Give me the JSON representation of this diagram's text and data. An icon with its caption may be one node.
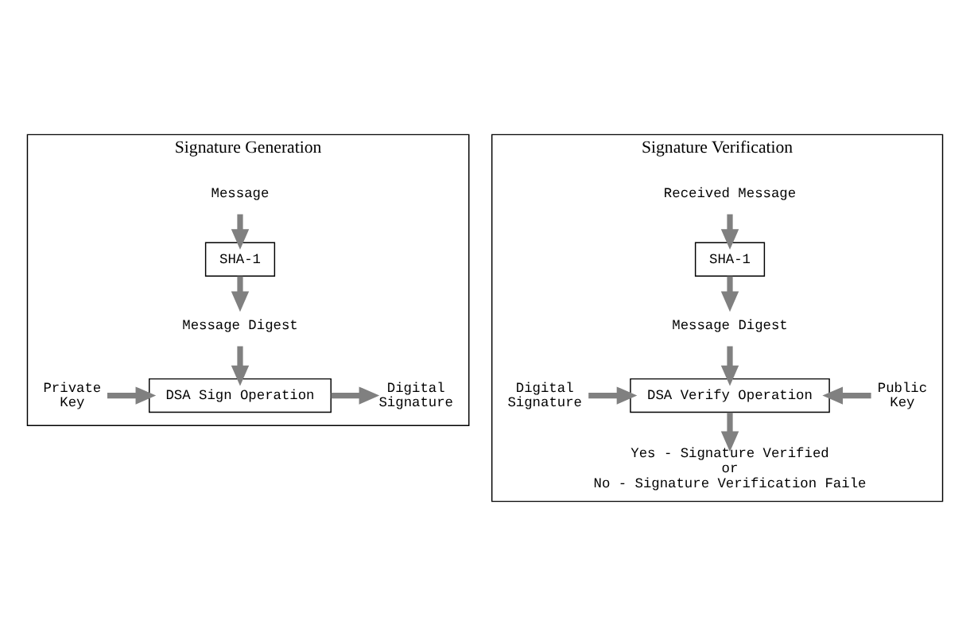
{
  "diagram": {
    "nodes": [
      {
        "text": [
          "Signature Generation"
        ]
      },
      {
        "text": [
          "Message"
        ],
        "in": 0
      },
      {
        "text": [
          "SHA-1"
        ],
        "in": 0
      },
      {
        "text": [
          "Message Digest"
        ],
        "in": 0
      },
      {
        "text": [
          "Private",
          "Key"
        ],
        "in": 0
      },
      {
        "text": [
          "DSA Sign Operation"
        ],
        "in": 0
      },
      {
        "text": [
          "Digital",
          "Signature"
        ],
        "in": 0
      },
      {
        "text": [
          "Signature Verification"
        ]
      },
      {
        "text": [
          "Received Message"
        ],
        "in": 7
      },
      {
        "text": [
          "SHA-1"
        ],
        "in": 7
      },
      {
        "text": [
          "Message Digest"
        ],
        "in": 7
      },
      {
        "text": [
          "Digital",
          "Signature"
        ],
        "in": 7
      },
      {
        "text": [
          "DSA Verify Operation"
        ],
        "in": 7
      },
      {
        "text": [
          "Public",
          "Key"
        ],
        "in": 7
      },
      {
        "text": [
          "Yes - Signature Verified",
          "or",
          "No - Signature Verification Faile"
        ],
        "in": 7
      }
    ],
    "edges": [
      {
        "from": 1,
        "to": 2,
        "arrow": "to"
      },
      {
        "from": 2,
        "to": 3,
        "arrow": "to"
      },
      {
        "from": 3,
        "to": 5,
        "arrow": "to"
      },
      {
        "from": 4,
        "to": 5,
        "arrow": "to"
      },
      {
        "from": 5,
        "to": 6,
        "arrow": "to"
      },
      {
        "from": 8,
        "to": 9,
        "arrow": "to"
      },
      {
        "from": 9,
        "to": 10,
        "arrow": "to"
      },
      {
        "from": 10,
        "to": 12,
        "arrow": "to"
      },
      {
        "from": 11,
        "to": 12,
        "arrow": "to"
      },
      {
        "from": 13,
        "to": 12,
        "arrow": "to"
      },
      {
        "from": 12,
        "to": 14,
        "arrow": "to"
      }
    ]
  }
}
